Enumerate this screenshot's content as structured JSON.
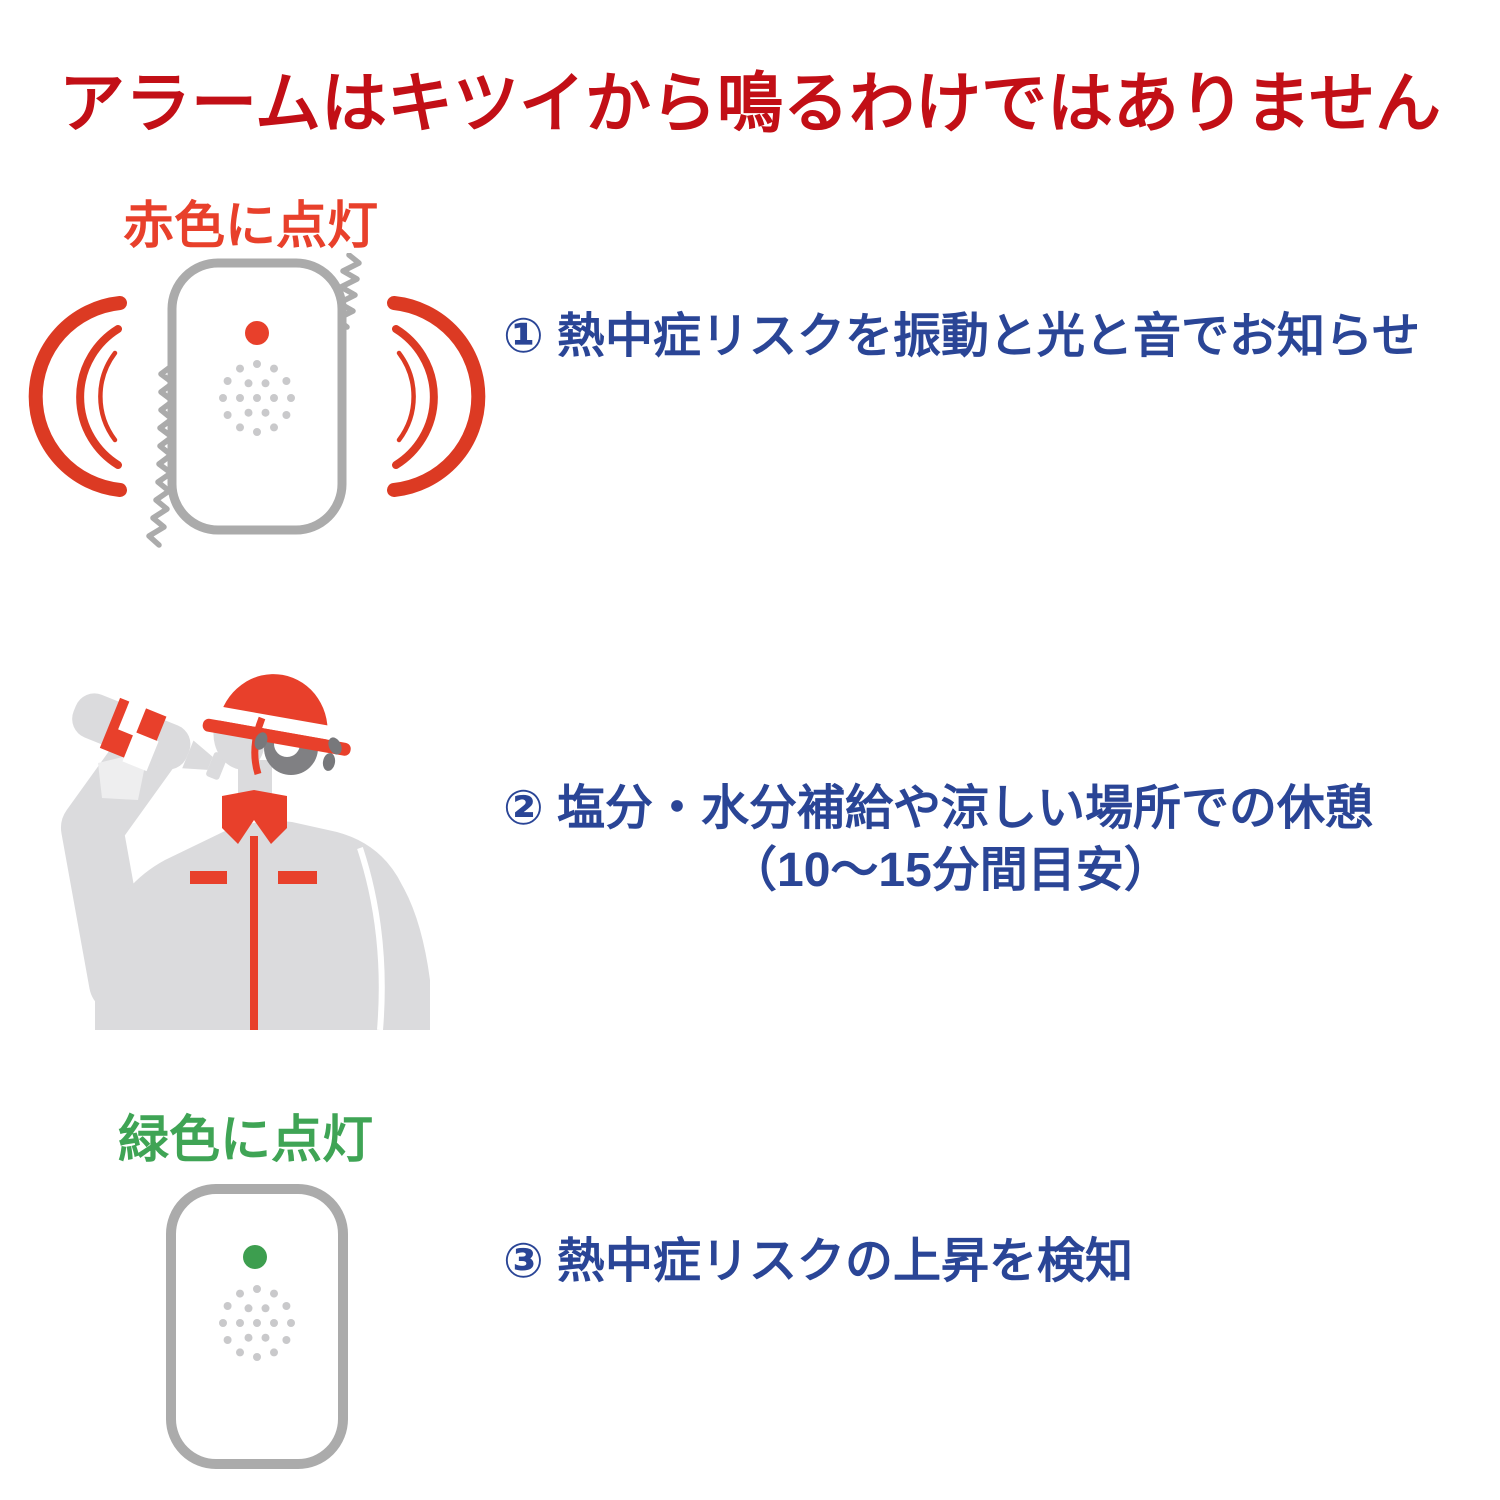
{
  "title": "アラームはキツイから鳴るわけではありません",
  "sections": [
    {
      "label": "赤色に点灯",
      "text": "① 熱中症リスクを振動と光と音でお知らせ",
      "illustration": "alarm-device-red-light-vibration-sound"
    },
    {
      "text": "② 塩分・水分補給や涼しい場所での休憩",
      "text_line2": "（10〜15分間目安）",
      "illustration": "worker-drinking-water"
    },
    {
      "label": "緑色に点灯",
      "text": "③ 熱中症リスクの上昇を検知",
      "illustration": "alarm-device-green-light"
    }
  ],
  "colors": {
    "title_red": "#c20f16",
    "accent_red": "#e8402b",
    "arc_red": "#dc3a23",
    "text_blue": "#2a4596",
    "label_green": "#3fa455",
    "led_green": "#3d9e4f",
    "device_border_gray": "#ababab",
    "speaker_dot_gray": "#c9c9cb",
    "figure_light_gray": "#dbdbdd",
    "figure_dark_gray": "#808083",
    "background": "#ffffff"
  }
}
